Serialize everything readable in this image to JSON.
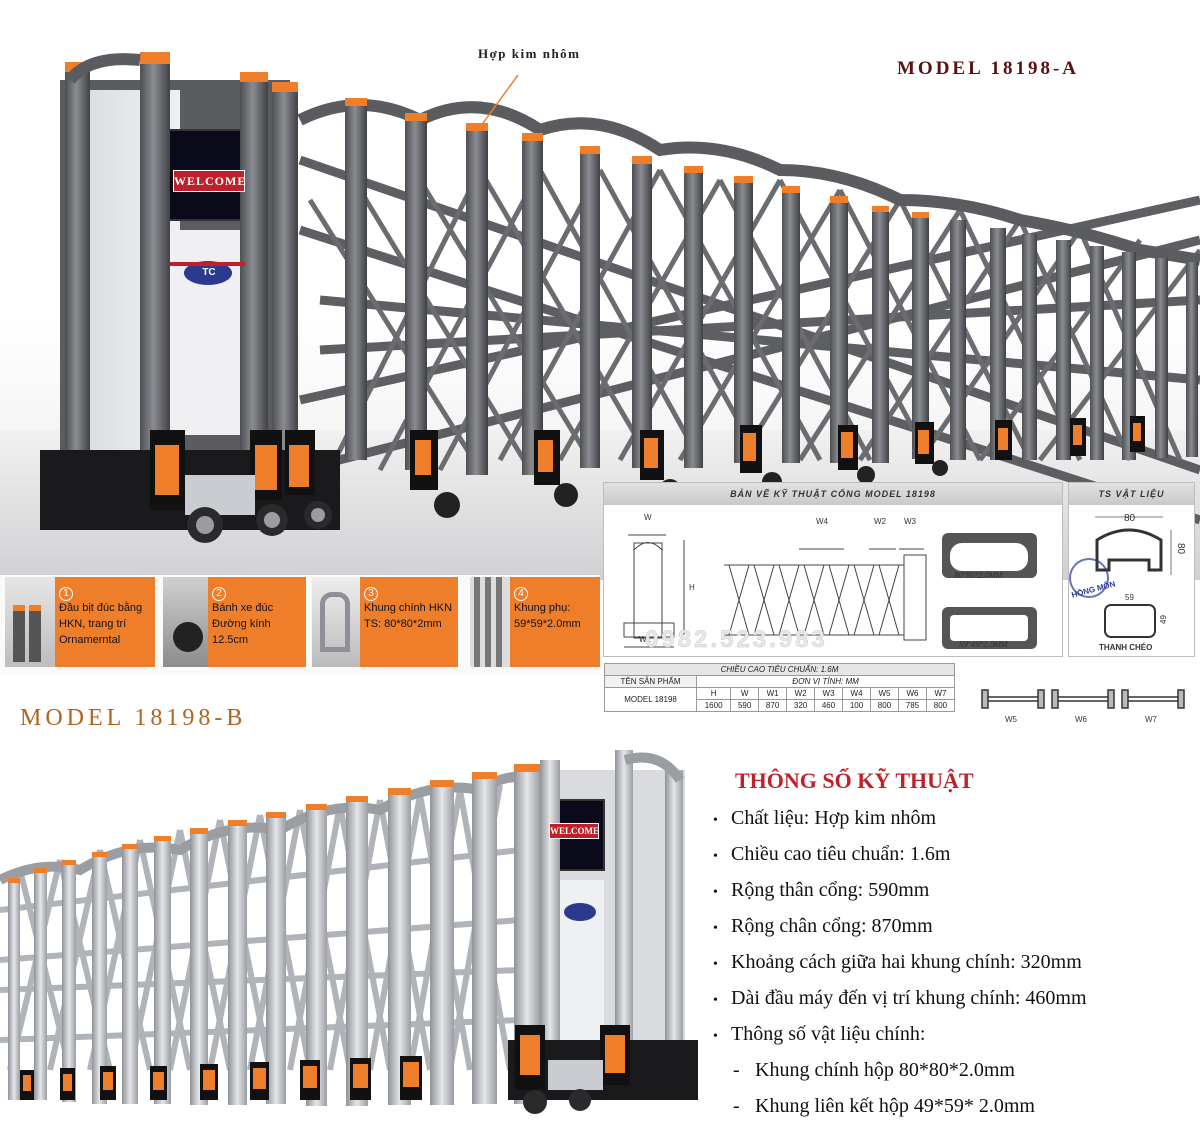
{
  "model_a": "MODEL 18198-A",
  "alloy_label": "Hợp kim nhôm",
  "welcome_sign": "WELCOME",
  "brand_badge": "TC",
  "features": [
    {
      "number": "1",
      "text": "Đầu bịt đúc bằng HKN, trang trí Ornamerntal"
    },
    {
      "number": "2",
      "text": "Bánh xe đúc Đường kính 12.5cm"
    },
    {
      "number": "3",
      "text": "Khung chính HKN TS: 80*80*2mm"
    },
    {
      "number": "4",
      "text": "Khung phụ: 59*59*2.0mm"
    }
  ],
  "drawing": {
    "title": "BẢN VẼ KỸ THUẬT CỔNG MODEL 18198",
    "labels": {
      "w": "W",
      "h": "H",
      "w1": "W1",
      "w4": "W4",
      "w2": "W2",
      "w3": "W3"
    },
    "profile_1": "80*80*2.0MM",
    "profile_2": "59*49*2.0MM",
    "phone": "0982.523.983"
  },
  "materials": {
    "title": "TS VẬT LIỆU",
    "dim_80_w": "80",
    "dim_80_h": "80",
    "dim_59": "59",
    "dim_49": "49",
    "caption": "THANH CHÉO",
    "logo": "HỒNG MÔN"
  },
  "spec_table": {
    "height_label": "CHIỀU CAO TIÊU CHUẨN: 1.6M",
    "product_header": "TÊN SẢN PHẨM",
    "unit_header": "ĐƠN VỊ TÍNH: MM",
    "columns": [
      "H",
      "W",
      "W1",
      "W2",
      "W3",
      "W4",
      "W5",
      "W6",
      "W7"
    ],
    "model": "MODEL 18198",
    "values": [
      "1600",
      "590",
      "870",
      "320",
      "460",
      "100",
      "800",
      "785",
      "800"
    ]
  },
  "link_labels": [
    "W5",
    "W6",
    "W7"
  ],
  "model_b": "MODEL 18198-B",
  "specs": {
    "title": "THÔNG SỐ KỸ THUẬT",
    "items": [
      "Chất liệu: Hợp kim nhôm",
      "Chiều cao tiêu chuẩn: 1.6m",
      "Rộng thân cổng: 590mm",
      "Rộng chân cổng: 870mm",
      "Khoảng cách giữa hai khung chính: 320mm",
      "Dài đầu máy đến vị trí khung chính: 460mm",
      "Thông số vật liệu chính:"
    ],
    "sub_items": [
      "Khung chính hộp 80*80*2.0mm",
      "Khung liên kết hộp 49*59* 2.0mm"
    ]
  },
  "colors": {
    "accent_orange": "#ef7e2b",
    "gate_dark": "#6f7176",
    "gate_silver": "#c9ccd1",
    "title_red": "#c0202a"
  }
}
